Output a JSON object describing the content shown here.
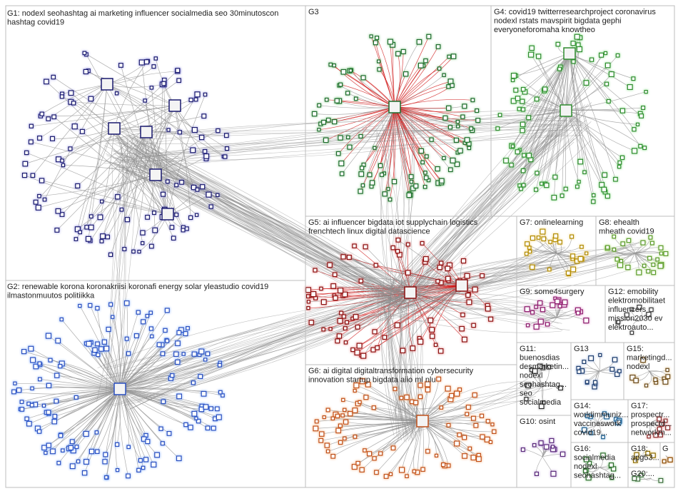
{
  "groups": [
    {
      "id": "G1",
      "lines": [
        "G1: nodexl seohashtag ai marketing influencer socialmedia seo 30minutoscon",
        "hashtag covid19"
      ],
      "color": "#1a1a6e",
      "glow": "#6f6fd6"
    },
    {
      "id": "G2",
      "lines": [
        "G2: renewable korona koronakriisi koronafi energy solar yleastudio covid19",
        "ilmastonmuutos politiikka"
      ],
      "color": "#2a4fbf",
      "glow": "#4d8cff"
    },
    {
      "id": "G3",
      "lines": [
        "G3"
      ],
      "color": "#1d6b2c",
      "glow": "#4caf50"
    },
    {
      "id": "G4",
      "lines": [
        "G4: covid19 twitterresearchproject coronavirus",
        "nodexl rstats mavspirit bigdata gephi",
        "everyoneforomaha knowtheo"
      ],
      "color": "#2e8b2e",
      "glow": "#5ed65e"
    },
    {
      "id": "G5",
      "lines": [
        "G5: ai influencer bigdata iot supplychain logistics",
        "frenchtech linux digital datascience"
      ],
      "color": "#8b1010",
      "glow": "#d63a3a"
    },
    {
      "id": "G6",
      "lines": [
        "G6: ai digital digitaltransformation cybersecurity",
        "innovation startup bigdata aiio ml nlu"
      ],
      "color": "#c0501a",
      "glow": "#f0883a"
    },
    {
      "id": "G7",
      "lines": [
        "G7: onlinelearning"
      ],
      "color": "#b08a00",
      "glow": "#f0c040"
    },
    {
      "id": "G8",
      "lines": [
        "G8: ehealth",
        "mheath covid19"
      ],
      "color": "#5a9a2a",
      "glow": "#a0d860"
    },
    {
      "id": "G9",
      "lines": [
        "G9: some4surgery"
      ],
      "color": "#8a1a6a",
      "glow": "#d060b0"
    },
    {
      "id": "G10",
      "lines": [
        "G10: osint"
      ],
      "color": "#5a2a7a",
      "glow": "#a070c8"
    },
    {
      "id": "G11",
      "lines": [
        "G11:",
        "buenosdias",
        "desmarketin...",
        "nodexl",
        "seohashtag...",
        "seo",
        "socialmedia"
      ],
      "color": "#2a2a2a",
      "glow": "#888888"
    },
    {
      "id": "G12",
      "lines": [
        "G12: emobility",
        "elektromobilitaet",
        "influencers",
        "mission2030 ev",
        "elektroauto..."
      ],
      "color": "#3a3a3a",
      "glow": "#999999"
    },
    {
      "id": "G13",
      "lines": [
        "G13"
      ],
      "color": "#1a3a6a",
      "glow": "#6a8ac8"
    },
    {
      "id": "G14",
      "lines": [
        "G14:",
        "worldimmuniz...",
        "vaccineswork",
        "covid19..."
      ],
      "color": "#1a5a8a",
      "glow": "#60a8e0"
    },
    {
      "id": "G15",
      "lines": [
        "G15:",
        "marketingd...",
        "nodexl"
      ],
      "color": "#6a4a1a",
      "glow": "#c89a50"
    },
    {
      "id": "G16",
      "lines": [
        "G16:",
        "socialmedia",
        "nodexl",
        "seohashtag..."
      ],
      "color": "#2a6a2a",
      "glow": "#70c070"
    },
    {
      "id": "G17",
      "lines": [
        "G17:",
        "prospectr...",
        "prospectd...",
        "networkm..."
      ],
      "color": "#8a2a2a",
      "glow": "#e07070"
    },
    {
      "id": "G18",
      "lines": [
        "G18:",
        "apg53..."
      ],
      "color": "#8a6a00",
      "glow": "#e0b840"
    },
    {
      "id": "G19",
      "lines": [
        "G"
      ],
      "color": "#8a4a00",
      "glow": "#e09040"
    },
    {
      "id": "G20",
      "lines": [
        "G20:..."
      ],
      "color": "#3a6a3a",
      "glow": "#80c080"
    }
  ]
}
